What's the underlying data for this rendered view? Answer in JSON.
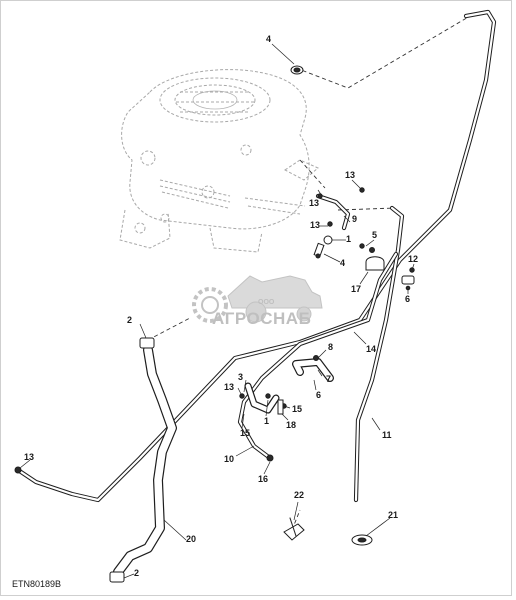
{
  "diagram": {
    "reference_code": "ETN80189B",
    "watermark": {
      "brand": "АГРОСНАБ",
      "company_form": "ООО"
    },
    "callouts": [
      {
        "label": "4"
      },
      {
        "label": "13"
      },
      {
        "label": "13"
      },
      {
        "label": "9"
      },
      {
        "label": "13"
      },
      {
        "label": "1"
      },
      {
        "label": "5"
      },
      {
        "label": "4"
      },
      {
        "label": "12"
      },
      {
        "label": "17"
      },
      {
        "label": "6"
      },
      {
        "label": "2"
      },
      {
        "label": "14"
      },
      {
        "label": "8"
      },
      {
        "label": "3"
      },
      {
        "label": "7"
      },
      {
        "label": "13"
      },
      {
        "label": "6"
      },
      {
        "label": "1"
      },
      {
        "label": "15"
      },
      {
        "label": "18"
      },
      {
        "label": "15"
      },
      {
        "label": "11"
      },
      {
        "label": "10"
      },
      {
        "label": "13"
      },
      {
        "label": "16"
      },
      {
        "label": "22"
      },
      {
        "label": "21"
      },
      {
        "label": "20"
      },
      {
        "label": "2"
      }
    ]
  },
  "colors": {
    "line": "#1e1e1e",
    "engine_outline": "#a8a8a8",
    "watermark": "#b9b9b9"
  }
}
